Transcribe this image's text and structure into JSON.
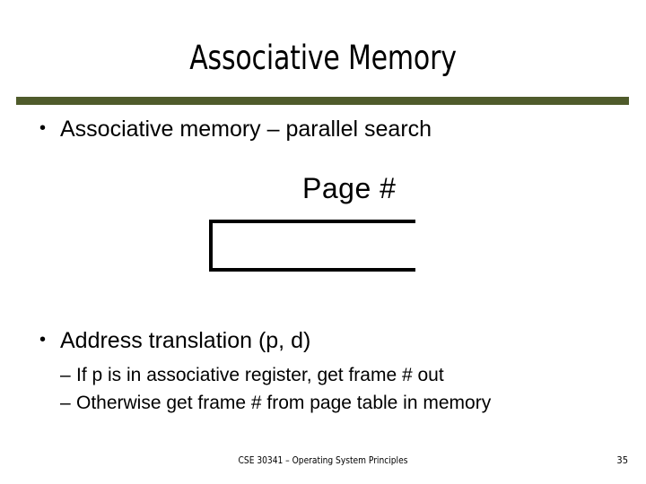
{
  "slide": {
    "title": "Associative Memory",
    "accent_color": "#4f5b2b",
    "background_color": "#ffffff",
    "text_color": "#000000",
    "bullets": [
      {
        "marker": "•",
        "text": "Associative memory – parallel search",
        "level": 1
      },
      {
        "marker": "•",
        "text": "Address translation (p, d)",
        "level": 1
      }
    ],
    "sub_bullets": [
      {
        "marker": "–",
        "text": "If p is in associative register, get frame # out",
        "level": 2
      },
      {
        "marker": "–",
        "text": "Otherwise get frame # from page table in memory",
        "level": 2
      }
    ],
    "graphic": {
      "label": "Page #",
      "description": "clipped associative-register table graphic"
    },
    "footer": {
      "course": "CSE 30341 – Operating System Principles",
      "slide_number": "35"
    }
  }
}
